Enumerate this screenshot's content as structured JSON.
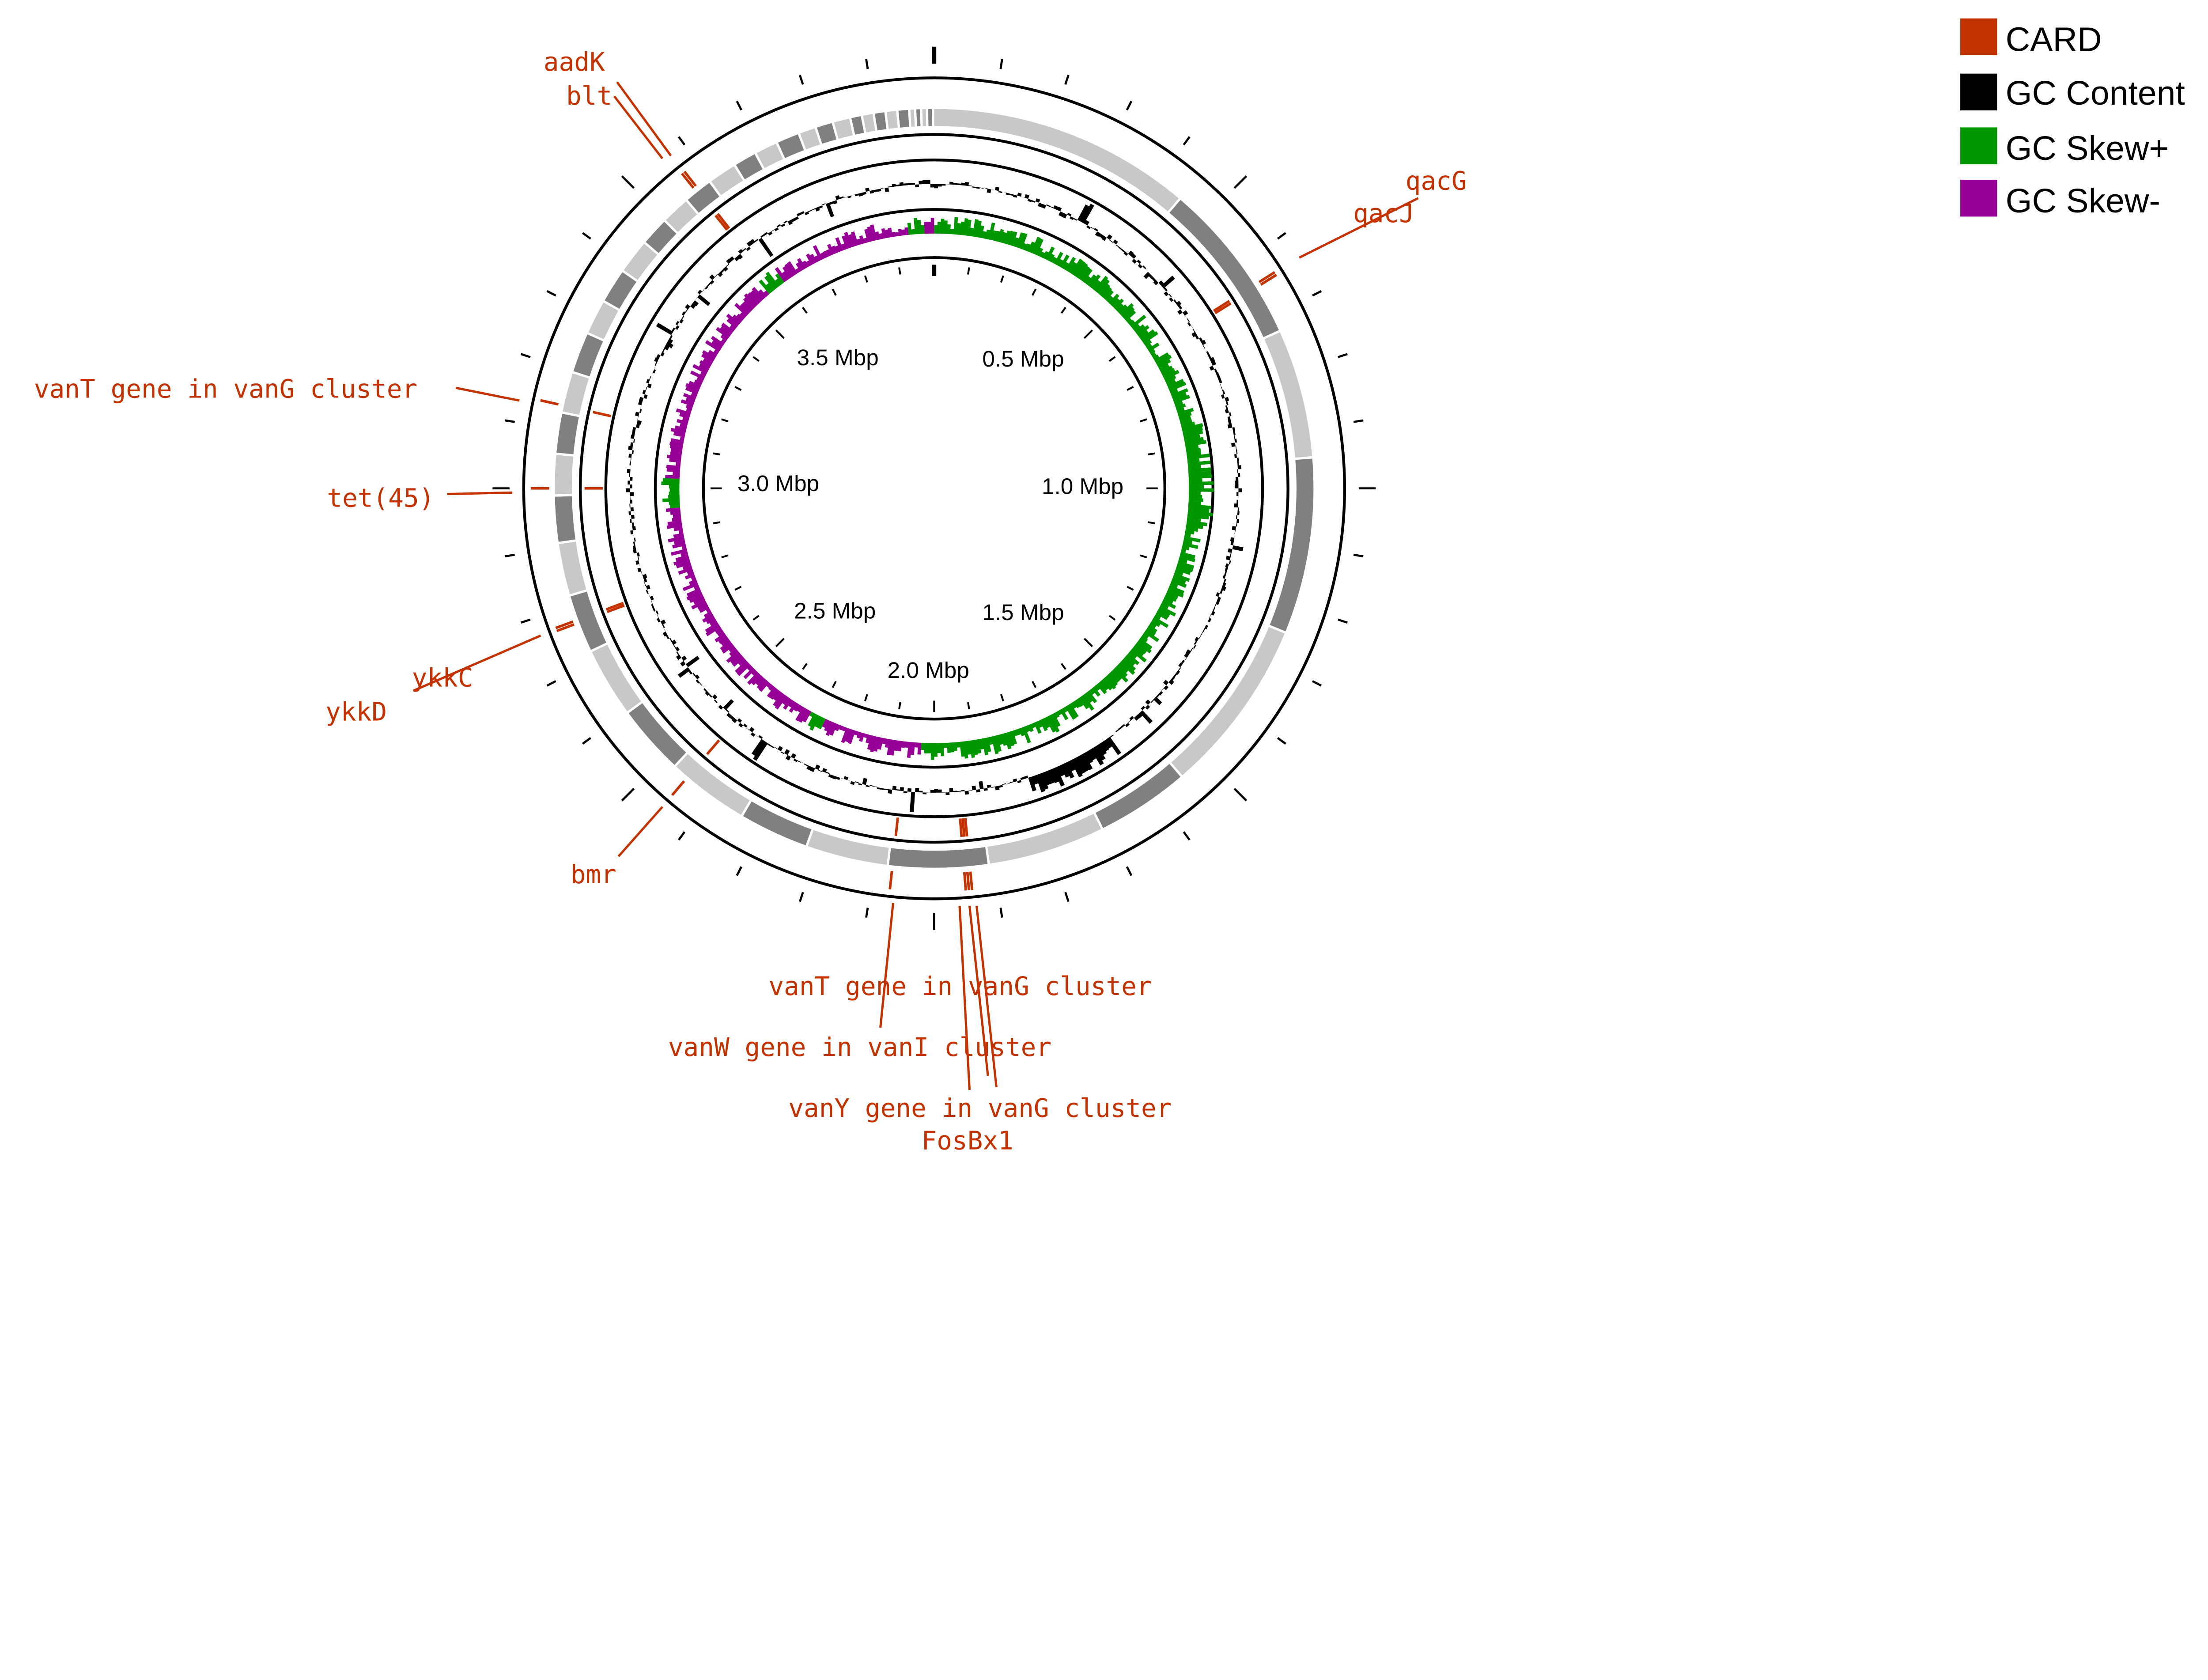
{
  "chart_data": {
    "type": "circular-genome-map",
    "genome_length_mbp": 4.0,
    "tick_interval_mbp": 0.1,
    "tick_labels": [
      {
        "pos": 0.5,
        "text": "0.5 Mbp"
      },
      {
        "pos": 1.0,
        "text": "1.0 Mbp"
      },
      {
        "pos": 1.5,
        "text": "1.5 Mbp"
      },
      {
        "pos": 2.0,
        "text": "2.0 Mbp"
      },
      {
        "pos": 2.5,
        "text": "2.5 Mbp"
      },
      {
        "pos": 3.0,
        "text": "3.0 Mbp"
      },
      {
        "pos": 3.5,
        "text": "3.5 Mbp"
      }
    ],
    "contig_lengths_mbp": [
      0.45,
      0.28,
      0.22,
      0.3,
      0.3,
      0.16,
      0.2,
      0.17,
      0.14,
      0.12,
      0.14,
      0.12,
      0.12,
      0.1,
      0.09,
      0.08,
      0.07,
      0.07,
      0.07,
      0.07,
      0.06,
      0.06,
      0.06,
      0.05,
      0.05,
      0.05,
      0.05,
      0.04,
      0.04,
      0.04,
      0.03,
      0.03,
      0.03,
      0.02,
      0.02,
      0.02,
      0.02,
      0.02,
      0.01,
      0.01,
      0.01,
      0.01
    ],
    "card_features": [
      {
        "name": "aadK",
        "pos": 3.57
      },
      {
        "name": "blt",
        "pos": 3.575
      },
      {
        "name": "qacG",
        "pos": 0.64
      },
      {
        "name": "qacJ",
        "pos": 0.645
      },
      {
        "name": "vanT gene in vanG cluster",
        "pos": 3.14
      },
      {
        "name": "tet(45)",
        "pos": 3.0
      },
      {
        "name": "ykkC",
        "pos": 2.77
      },
      {
        "name": "ykkD",
        "pos": 2.775
      },
      {
        "name": "bmr",
        "pos": 2.45
      },
      {
        "name": "vanT gene in vanG cluster",
        "pos": 1.94
      },
      {
        "name": "vanW gene in vanI cluster",
        "pos": 2.07
      },
      {
        "name": "vanY gene in vanG cluster",
        "pos": 1.945
      },
      {
        "name": "FosBx1",
        "pos": 1.95
      }
    ],
    "gc_skew_positive_regions_mbp": [
      [
        0.0,
        2.03
      ],
      [
        2.28,
        2.32
      ],
      [
        2.95,
        3.02
      ],
      [
        3.55,
        3.6
      ],
      [
        3.93,
        3.97
      ]
    ],
    "legend": [
      {
        "label": "CARD",
        "color": "#c43200"
      },
      {
        "label": "GC Content",
        "color": "#000000"
      },
      {
        "label": "GC Skew+",
        "color": "#009600"
      },
      {
        "label": "GC Skew-",
        "color": "#960096"
      }
    ],
    "legend_placement": "top-right"
  },
  "colors": {
    "contig_dark": "#808080",
    "contig_light": "#c8c8c8"
  }
}
